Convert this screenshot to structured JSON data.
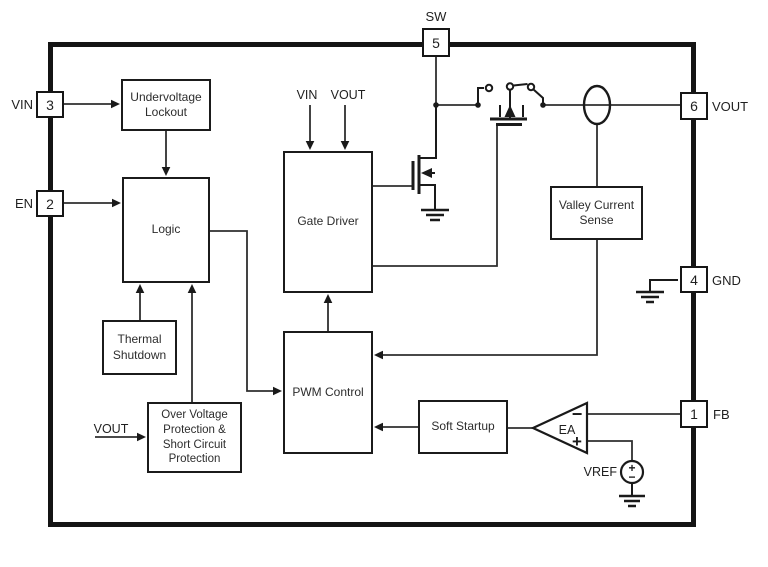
{
  "diagram": {
    "pins": [
      {
        "number": "5",
        "name": "SW"
      },
      {
        "number": "3",
        "name": "VIN"
      },
      {
        "number": "2",
        "name": "EN"
      },
      {
        "number": "6",
        "name": "VOUT"
      },
      {
        "number": "4",
        "name": "GND"
      },
      {
        "number": "1",
        "name": "FB"
      }
    ],
    "blocks": {
      "undervoltage_lockout": {
        "lines": [
          "Undervoltage",
          "Lockout"
        ]
      },
      "logic": {
        "lines": [
          "Logic"
        ]
      },
      "thermal_shutdown": {
        "lines": [
          "Thermal",
          "Shutdown"
        ]
      },
      "ovp_scp": {
        "lines": [
          "Over Voltage",
          "Protection &",
          "Short Circuit",
          "Protection"
        ]
      },
      "gate_driver": {
        "lines": [
          "Gate Driver"
        ]
      },
      "pwm_control": {
        "lines": [
          "PWM Control"
        ]
      },
      "valley_current_sense": {
        "lines": [
          "Valley Current",
          "Sense"
        ]
      },
      "soft_startup": {
        "lines": [
          "Soft Startup"
        ]
      }
    },
    "labels": {
      "gate_driver_vin": "VIN",
      "gate_driver_vout": "VOUT",
      "ovp_input_vout": "VOUT",
      "vref": "VREF",
      "ea": "EA",
      "ea_minus": "−",
      "ea_plus": "+",
      "vref_plus": "+",
      "vref_minus": "−"
    },
    "colors": {
      "line": "#2f2f2f",
      "symbol": "#1a1a1a",
      "border": "#141414",
      "background": "#ffffff"
    }
  }
}
